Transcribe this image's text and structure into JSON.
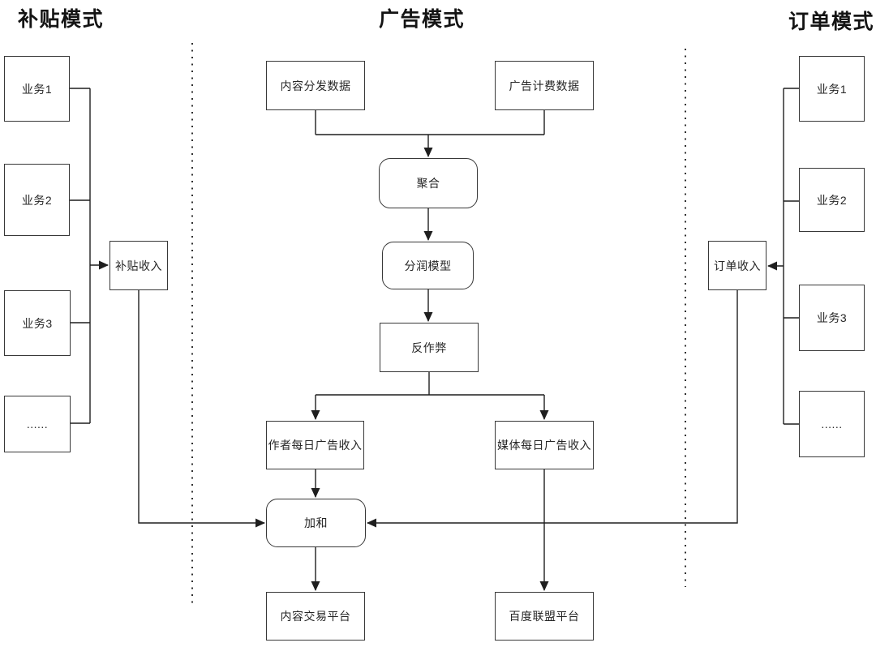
{
  "diagram": {
    "titles": {
      "subsidy": "补贴模式",
      "ads": "广告模式",
      "orders": "订单模式"
    },
    "nodes": {
      "subsidy_biz1": "业务1",
      "subsidy_biz2": "业务2",
      "subsidy_biz3": "业务3",
      "subsidy_more": "......",
      "subsidy_income": "补贴收入",
      "content_dist": "内容分发数据",
      "ad_billing": "广告计费数据",
      "aggregate": "聚合",
      "profit_model": "分润模型",
      "anti_cheat": "反作弊",
      "author_income": "作者每日广告收入",
      "media_income": "媒体每日广告收入",
      "sum": "加和",
      "content_platform": "内容交易平台",
      "baidu_union": "百度联盟平台",
      "order_income": "订单收入",
      "order_biz1": "业务1",
      "order_biz2": "业务2",
      "order_biz3": "业务3",
      "order_more": "......"
    },
    "colors": {
      "stroke": "#333333",
      "text": "#262626",
      "background": "#ffffff"
    }
  }
}
